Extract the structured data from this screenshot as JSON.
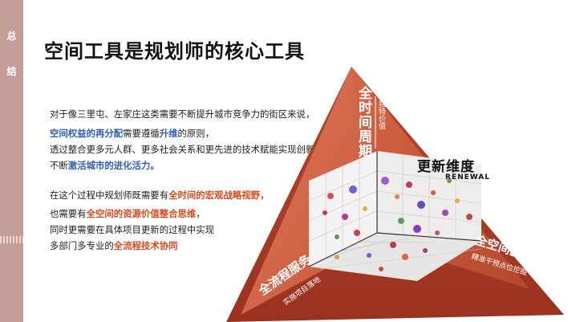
{
  "sidebar": {
    "label_top": "总",
    "label_bottom": "结"
  },
  "title": "空间工具是规划师的核心工具",
  "paragraph1": {
    "line1": "对于像三里屯、左家庄这类需要不断提升城市竞争力的街区来说，",
    "line2_hl1": "空间权益的再分配",
    "line2_mid": "需要遵循",
    "line2_hl2": "升维",
    "line2_end": "的原则，",
    "line3": "透过整合更多元人群、更多社会关系和更先进的技术赋能实现创新升维，",
    "line4_start": "不断",
    "line4_hl": "激活城市的进化活力。"
  },
  "paragraph2": {
    "line1_start": "在这个过程中规划师既需要有",
    "line1_hl": "全时间的宏观战略视野",
    "line1_end": "，",
    "line2_start": "也需要有",
    "line2_hl": "全空间的资源价值整合思维",
    "line2_end": "，",
    "line3": "同时更需要在具体项目更新的过程中实现",
    "line4_start": "多部门多专业的",
    "line4_hl": "全流程技术协同"
  },
  "diagram": {
    "vertical_axis": "全时间周期",
    "vertical_sub": "发现独特价值",
    "center_title": "更新维度",
    "center_sub": "RENEWAL",
    "right_axis": "全空间区域",
    "right_sub": "精准干预点位挖掘",
    "left_axis": "全流程服务",
    "left_sub": "实施项目落地"
  },
  "colors": {
    "pyramid_outer": "#a73a25",
    "pyramid_inner": "#c75a3c",
    "accent_blue": "#2f5fb3",
    "accent_red": "#d64b1e",
    "sidebar": "#c49d97"
  }
}
